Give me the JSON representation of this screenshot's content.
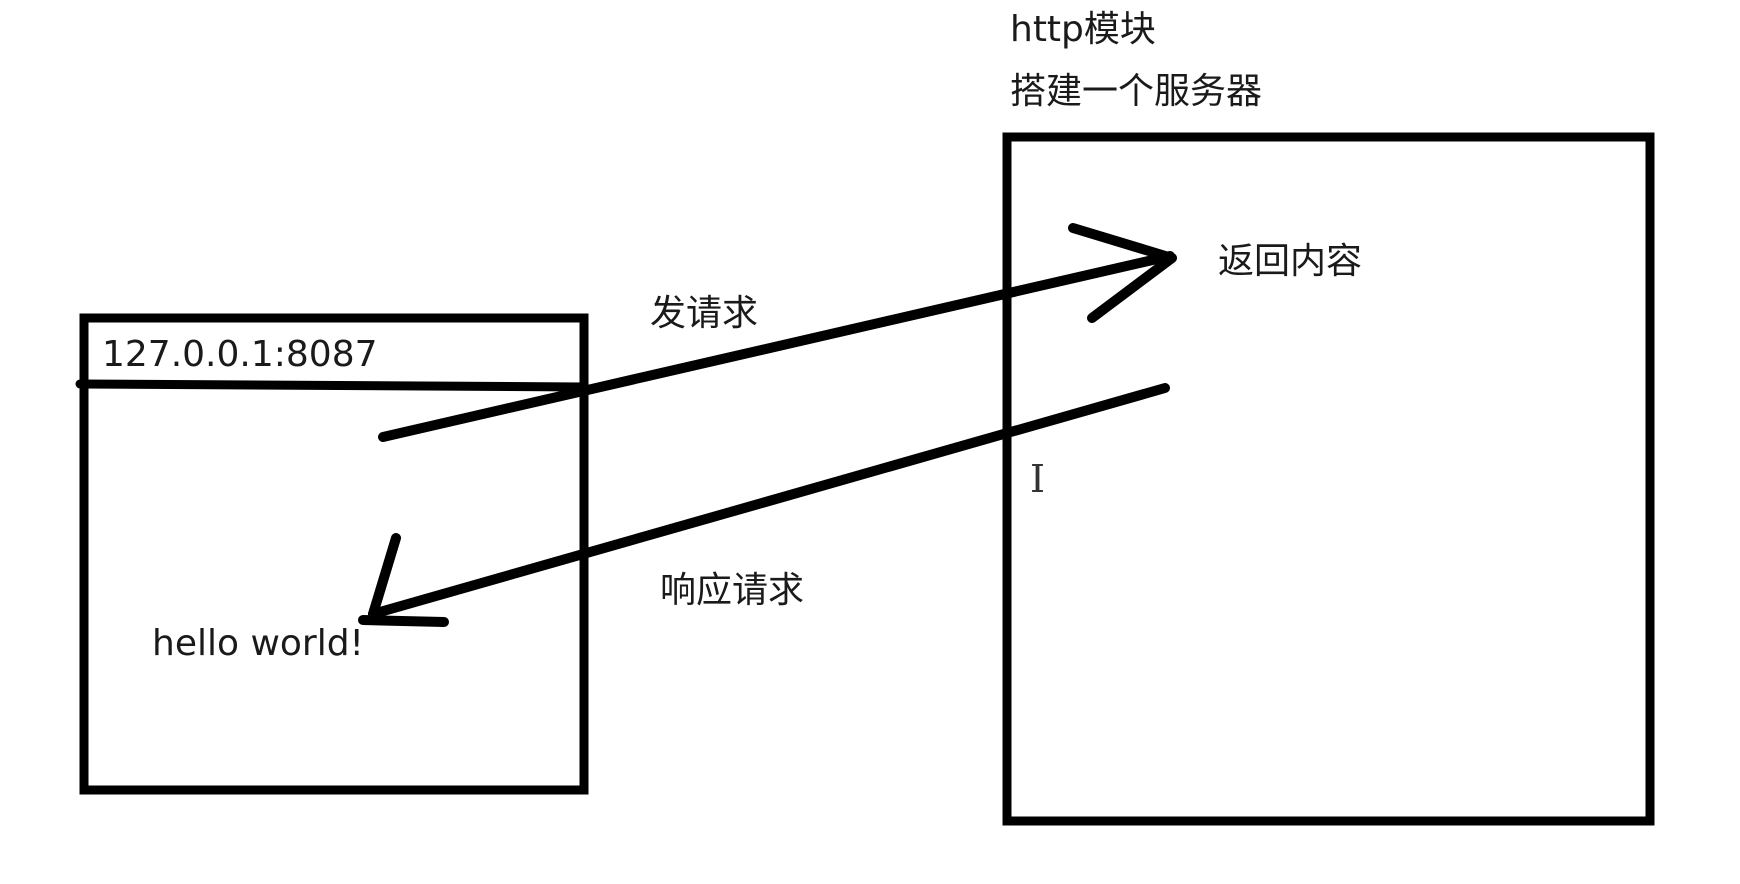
{
  "header": {
    "module_label": "http模块",
    "subtitle": "搭建一个服务器"
  },
  "client": {
    "address": "127.0.0.1:8087",
    "output": "hello world!"
  },
  "server": {
    "return_label": "返回内容"
  },
  "arrows": {
    "request_label": "发请求",
    "response_label": "响应请求"
  },
  "icons": {
    "cursor": "text-cursor-icon"
  },
  "colors": {
    "stroke": "#000000",
    "text": "#1a1a1a",
    "background": "#ffffff"
  }
}
